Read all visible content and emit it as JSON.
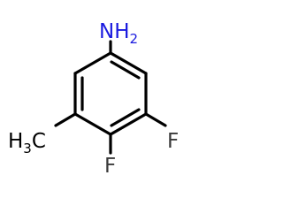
{
  "molecule": {
    "amine": {
      "symbol": "NH",
      "subscript": "2",
      "color": "#1a1adf"
    },
    "methyl": {
      "symbol": "H",
      "subscript": "3",
      "tail": "C",
      "color": "#000000"
    },
    "fluorine_right": {
      "symbol": "F",
      "color": "#3a3a3a"
    },
    "fluorine_bottom": {
      "symbol": "F",
      "color": "#3a3a3a"
    }
  },
  "colors": {
    "bond": "#000000",
    "background": "#ffffff"
  }
}
